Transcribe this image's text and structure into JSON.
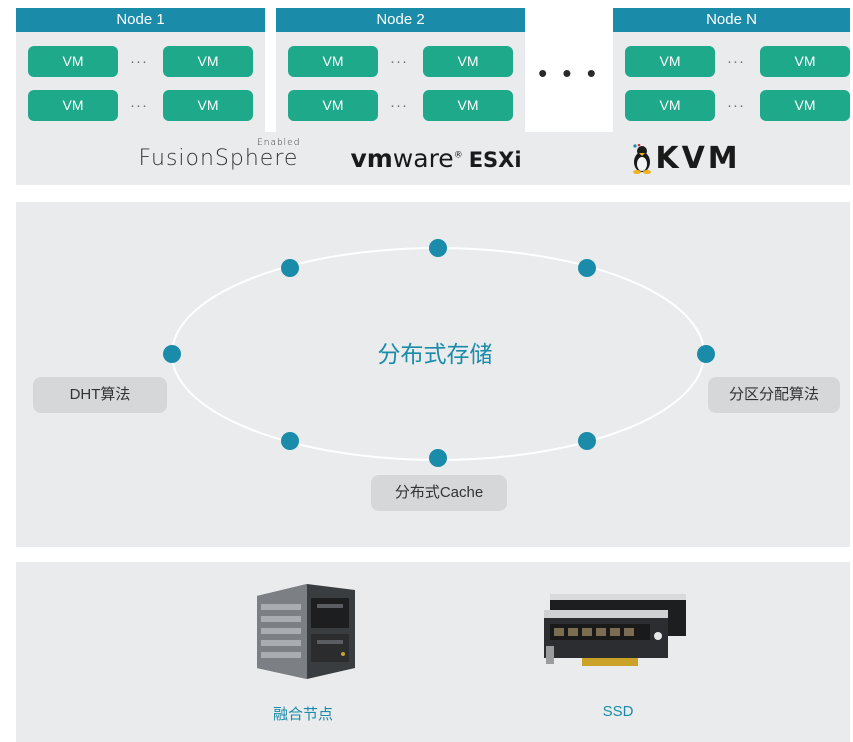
{
  "nodes": [
    {
      "title": "Node 1",
      "vm_label": "VM"
    },
    {
      "title": "Node 2",
      "vm_label": "VM"
    },
    {
      "title": "Node N",
      "vm_label": "VM"
    }
  ],
  "vm_separator": "···",
  "node_ellipsis": "• • •",
  "hypervisors": {
    "fusionsphere": {
      "name": "FusionSphere",
      "badge": "Enabled"
    },
    "vmware": {
      "prefix": "vm",
      "suffix": "ware",
      "reg": "®",
      "product": "ESXi"
    },
    "kvm": {
      "name": "KVM"
    }
  },
  "storage": {
    "title": "分布式存储",
    "labels": {
      "left": "DHT算法",
      "right": "分区分配算法",
      "bottom": "分布式Cache"
    }
  },
  "hardware": {
    "node_caption": "融合节点",
    "ssd_caption": "SSD"
  },
  "colors": {
    "header": "#1a8ba8",
    "vm": "#1da98a",
    "accent": "#1a8ba8",
    "panel": "#e9ebed"
  }
}
